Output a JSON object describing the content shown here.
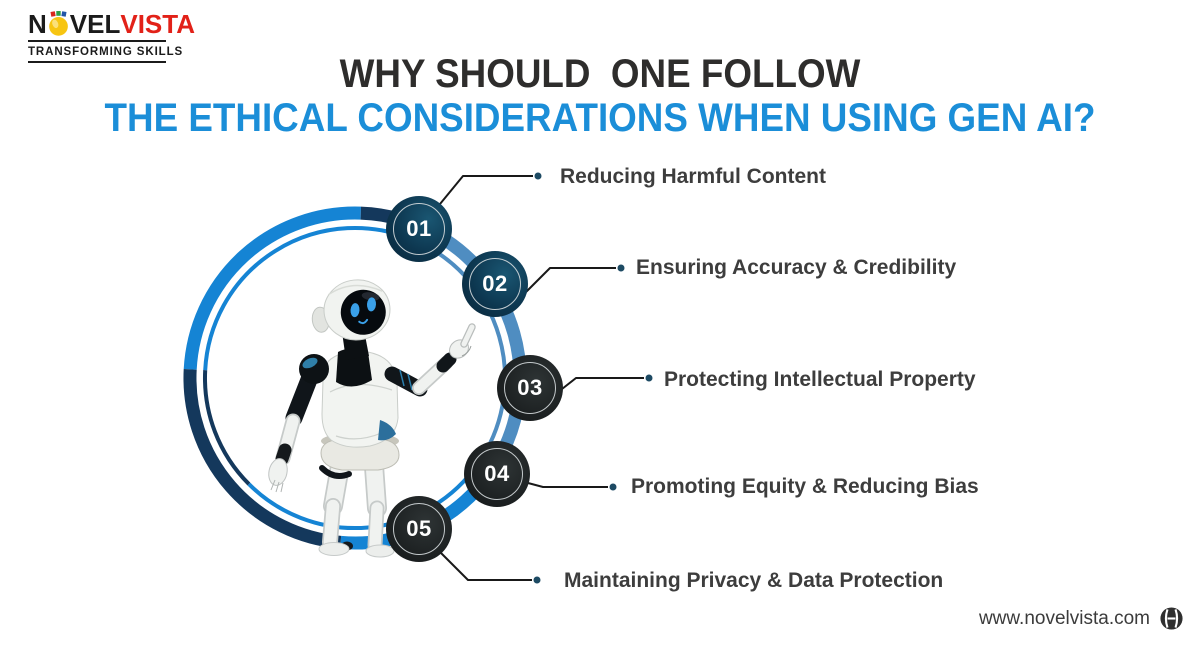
{
  "logo": {
    "part1": "N",
    "part2": "VEL",
    "part3": "VISTA",
    "tagline": "TRANSFORMING SKILLS"
  },
  "title": {
    "line1": "WHY SHOULD  ONE FOLLOW",
    "line2": "THE ETHICAL CONSIDERATIONS WHEN USING GEN AI?"
  },
  "items": [
    {
      "number": "01",
      "label": "Reducing Harmful Content"
    },
    {
      "number": "02",
      "label": "Ensuring Accuracy & Credibility"
    },
    {
      "number": "03",
      "label": "Protecting Intellectual Property"
    },
    {
      "number": "04",
      "label": "Promoting Equity & Reducing Bias"
    },
    {
      "number": "05",
      "label": "Maintaining Privacy & Data Protection"
    }
  ],
  "footer": {
    "website": "www.novelvista.com"
  },
  "icons": {
    "logo_bulb": "lightbulb-icon",
    "footer_globe": "globe-icon"
  },
  "colors": {
    "title_dark": "#2e2d2c",
    "title_blue": "#1b8ed8",
    "arc_bright_blue": "#1584d4",
    "arc_dark_navy": "#14385c",
    "arc_medium_blue": "#4f8dc1",
    "badge_navy": "#0d3750",
    "badge_black": "#1d2122",
    "label_text": "#3d3d3d",
    "connector": "#191919",
    "dot_navy": "#1d4a63",
    "brand_red": "#e22118",
    "bulb_yellow": "#f7c512"
  }
}
